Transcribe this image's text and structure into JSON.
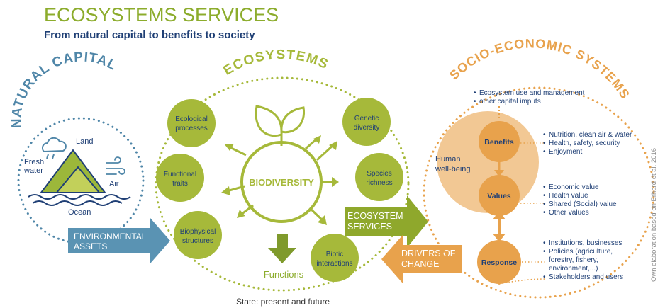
{
  "header": {
    "title": "ECOSYSTEMS SERVICES",
    "subtitle": "From natural capital to benefits to society"
  },
  "natural_capital": {
    "title": "NATURAL CAPITAL",
    "land": "Land",
    "fresh": "Fresh",
    "water": "water",
    "air": "Air",
    "ocean": "Ocean"
  },
  "ecosystems": {
    "title": "ECOSYSTEMS",
    "biodiversity": "BIODIVERSITY",
    "nodes": {
      "ecological_1": "Ecological",
      "ecological_2": "processes",
      "functional_1": "Functional",
      "functional_2": "traits",
      "biophysical_1": "Biophysical",
      "biophysical_2": "structures",
      "genetic_1": "Genetic",
      "genetic_2": "diversity",
      "species_1": "Species",
      "species_2": "richness",
      "biotic_1": "Biotic",
      "biotic_2": "interactions"
    },
    "functions": "Functions",
    "state": "State: present and future"
  },
  "arrows": {
    "env_assets_1": "ENVIRONMENTAL",
    "env_assets_2": "ASSETS",
    "eco_services_1": "ECOSYSTEM",
    "eco_services_2": "SERVICES",
    "drivers_1": "DRIVERS OF",
    "drivers_2": "CHANGE"
  },
  "socio": {
    "title": "SOCIO-ECONOMIC SYSTEMS",
    "top_notes": [
      "Ecosystem use and management",
      "other capital imputs"
    ],
    "human_1": "Human",
    "human_2": "well-being",
    "benefits": "Benefits",
    "values": "Values",
    "response": "Response",
    "benefits_list": [
      "Nutrition, clean air & water",
      "Health, safety, security",
      "Enjoyment"
    ],
    "values_list": [
      "Economic value",
      "Health value",
      "Shared (Social) value",
      "Other values"
    ],
    "response_list": [
      "Institutions, businesses",
      "Policies (agriculture,",
      "forestry, fishery,",
      "environment,...)",
      "Stakeholders and users"
    ]
  },
  "credit": "Own elaboration based on Erhard et al. 2016.",
  "colors": {
    "title_green": "#8cac2c",
    "navy": "#1f3f75",
    "green_node": "#a6b93a",
    "olive_dark": "#5e7428",
    "blue": "#5a93b3",
    "orange": "#e8a24c",
    "orange_light": "#f2c894",
    "orange_pale": "#f7dcb5",
    "teal": "#4f86a8",
    "gray": "#8a8a8a"
  }
}
